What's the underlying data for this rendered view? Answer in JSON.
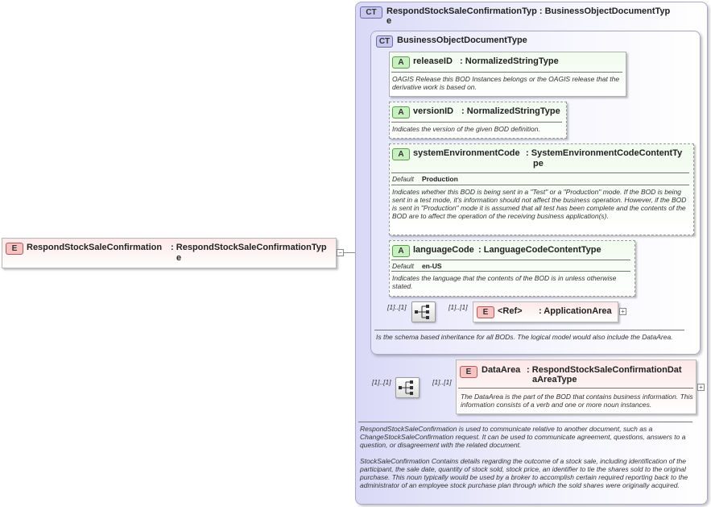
{
  "root_element": {
    "badge": "E",
    "name": "RespondStockSaleConfirmation",
    "type_line1": " : RespondStockSaleConfirmationTyp",
    "type_line2": "e"
  },
  "complex_type": {
    "badge": "CT",
    "title_line1": "RespondStockSaleConfirmationTyp : BusinessObjectDocumentTyp",
    "title_line2": "e",
    "base": {
      "badge": "CT",
      "title": "BusinessObjectDocumentType",
      "attributes": [
        {
          "badge": "A",
          "name": "releaseID",
          "type": " : NormalizedStringType",
          "doc": "OAGIS Release this BOD Instances belongs or the OAGIS release that the derivative work is based on."
        },
        {
          "badge": "A",
          "name": "versionID",
          "type": " : NormalizedStringType",
          "doc": "Indicates the version of the given BOD definition."
        },
        {
          "badge": "A",
          "name": "systemEnvironmentCode",
          "type_line1": " : SystemEnvironmentCodeContentTy",
          "type_line2": "pe",
          "default_label": "Default",
          "default_value": "Production",
          "doc": "Indicates whether this BOD is being sent in a \"Test\" or a \"Production\" mode. If the BOD is being sent in a test mode, it's information should not affect the business operation. However, if the BOD is sent in \"Production\" mode it is assumed that all test has been complete and the contents of the BOD are to affect the operation of the receiving business application(s)."
        },
        {
          "badge": "A",
          "name": "languageCode",
          "type": " : LanguageCodeContentType",
          "default_label": "Default",
          "default_value": "en-US",
          "doc": "Indicates the language that the contents of the BOD is in unless otherwise stated."
        }
      ],
      "sequence_occurrence": "[1]..[1]",
      "application_area": {
        "occurrence": "[1]..[1]",
        "badge": "E",
        "name": "<Ref>",
        "type": ": ApplicationArea"
      },
      "doc": "Is the schema based inheritance for all BODs. The logical model would also include the DataArea."
    },
    "sequence_occurrence": "[1]..[1]",
    "data_area": {
      "occurrence": "[1]..[1]",
      "badge": "E",
      "name": "DataArea",
      "type_line1": " : RespondStockSaleConfirmationDat",
      "type_line2": "aAreaType",
      "doc": "The DataArea is the part of the BOD that contains business information. This information consists of a verb and one or more noun instances."
    },
    "doc_p1": "RespondStockSaleConfirmation is used to communicate relative to another document, such as a ChangeStockSaleConfirmation request. It can be used to communicate agreement, questions, answers to a question, or disagreement with the related document.",
    "doc_p2": "StockSaleConfirmation  Contains details regarding the outcome of a stock sale, including identification of the participant, the sale date, quantity of stock sold, stock price, an identifier to tie the shares sold to the original purchase. This noun typically would be used by a broker to accomplish certain required reporting back to the administrator of an employee stock purchase plan through which the sold shares were originally acquired."
  },
  "icons": {
    "collapse": "minus-box",
    "expand": "plus-box",
    "sequence": "sequence-compositor"
  }
}
